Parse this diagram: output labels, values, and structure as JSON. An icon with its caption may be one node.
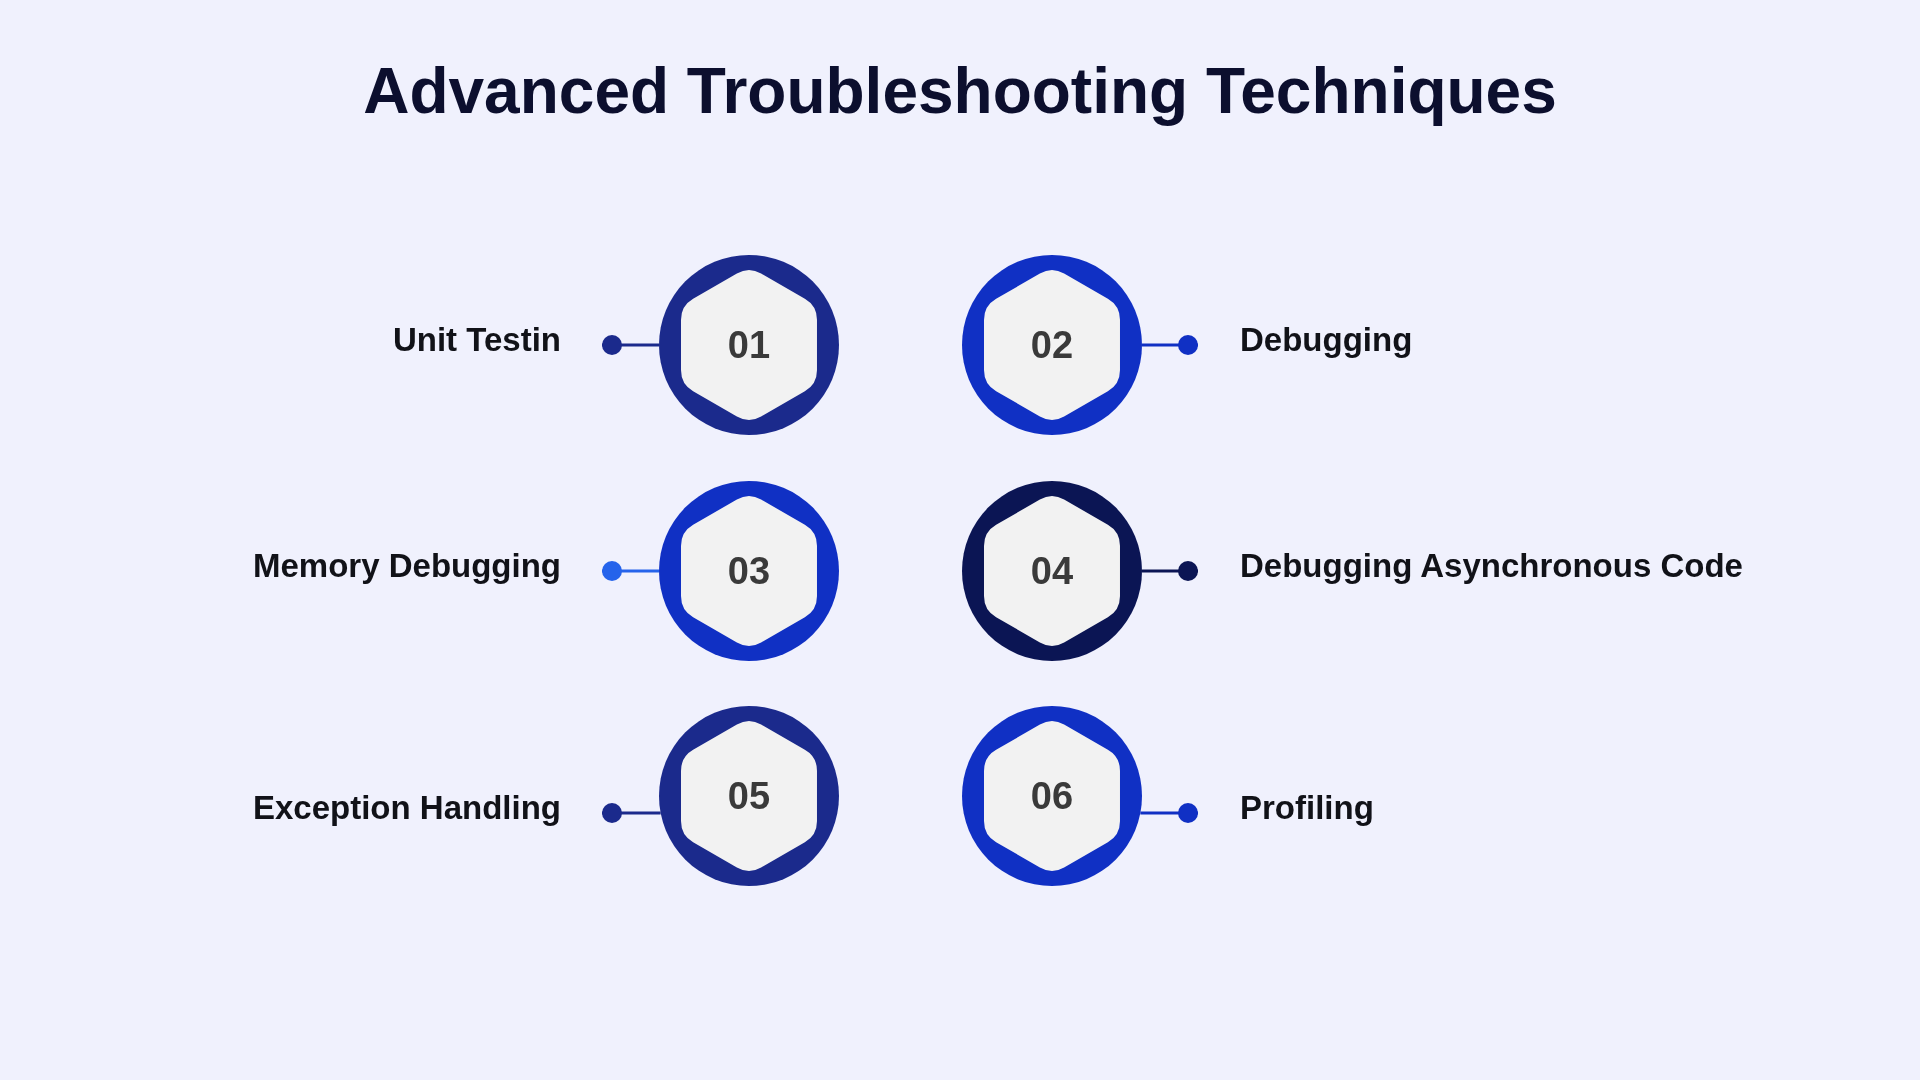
{
  "diagram": {
    "title": "Advanced Troubleshooting Techniques",
    "nodes": [
      {
        "text": [
          "Unit Testin"
        ]
      },
      {
        "text": [
          "01"
        ]
      },
      {
        "text": [
          "02"
        ]
      },
      {
        "text": [
          "Debugging"
        ]
      },
      {
        "text": [
          "Memory Debugging"
        ]
      },
      {
        "text": [
          "03"
        ]
      },
      {
        "text": [
          "04"
        ]
      },
      {
        "text": [
          "Debugging Asynchronous Code"
        ]
      },
      {
        "text": [
          "Exception Handling"
        ]
      },
      {
        "text": [
          "05"
        ]
      },
      {
        "text": [
          "06"
        ]
      },
      {
        "text": [
          "Profiling"
        ]
      }
    ],
    "edges": [
      {
        "from": 0,
        "to": 1,
        "arrow": "other",
        "color": "#1b2a8c"
      },
      {
        "from": 3,
        "to": 2,
        "arrow": "other",
        "color": "#1030c4"
      },
      {
        "from": 4,
        "to": 5,
        "arrow": "other",
        "color": "#2563eb"
      },
      {
        "from": 7,
        "to": 6,
        "arrow": "other",
        "color": "#0b1554"
      },
      {
        "from": 8,
        "to": 9,
        "arrow": "other",
        "color": "#1b2a8c"
      },
      {
        "from": 11,
        "to": 10,
        "arrow": "other",
        "color": "#1030c4"
      }
    ]
  }
}
